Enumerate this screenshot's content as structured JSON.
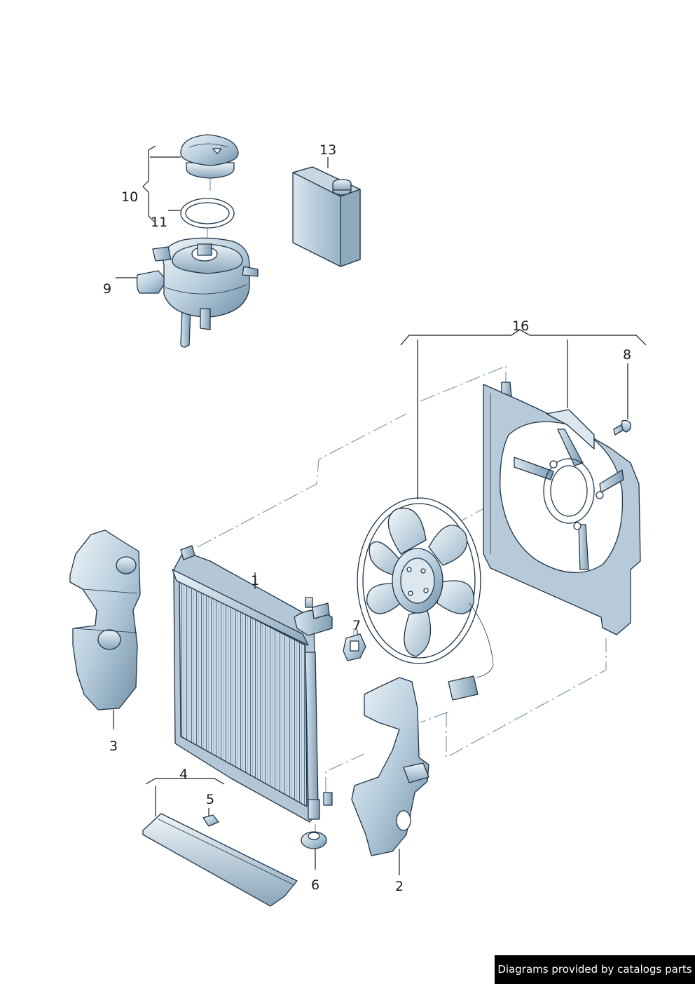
{
  "diagram": {
    "callouts": [
      {
        "id": "1",
        "label": "1"
      },
      {
        "id": "2",
        "label": "2"
      },
      {
        "id": "3",
        "label": "3"
      },
      {
        "id": "4",
        "label": "4"
      },
      {
        "id": "5",
        "label": "5"
      },
      {
        "id": "6",
        "label": "6"
      },
      {
        "id": "7",
        "label": "7"
      },
      {
        "id": "8",
        "label": "8"
      },
      {
        "id": "9",
        "label": "9"
      },
      {
        "id": "10",
        "label": "10"
      },
      {
        "id": "11",
        "label": "11"
      },
      {
        "id": "13",
        "label": "13"
      },
      {
        "id": "16",
        "label": "16"
      }
    ],
    "colors": {
      "part_fill_light": "#dfe9f1",
      "part_fill_mid": "#a9c2d5",
      "part_fill_dark": "#6f8fa8",
      "outline": "#1f3447",
      "leader": "#1a1a1a",
      "dash_line": "#7e97ad"
    }
  },
  "footer": {
    "text": "Diagrams provided by catalogs parts"
  }
}
